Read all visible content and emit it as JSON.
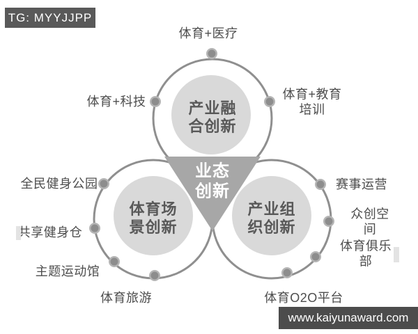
{
  "badge": {
    "label": "TG: MYYJJPP"
  },
  "watermark": {
    "label": "www.kaiyunaward.com"
  },
  "diagram": {
    "center": {
      "label": "业态\n创新"
    },
    "circles": {
      "top": {
        "label": "产业融\n合创新"
      },
      "bottom_left": {
        "label": "体育场\n景创新"
      },
      "bottom_right": {
        "label": "产业组\n织创新"
      }
    },
    "satellites": [
      {
        "label": "体育+医疗"
      },
      {
        "label": "体育+科技"
      },
      {
        "label": "体育+教育\n培训"
      },
      {
        "label": "全民健身公园"
      },
      {
        "label": "共享健身仓"
      },
      {
        "label": "主题运动馆"
      },
      {
        "label": "体育旅游"
      },
      {
        "label": "赛事运营"
      },
      {
        "label": "众创空间"
      },
      {
        "label": "体育俱乐部"
      },
      {
        "label": "体育O2O平台"
      }
    ],
    "colors": {
      "outline_stroke": "#8f8f8f",
      "inner_fill": "#d9d9d9",
      "triangle_fill": "#a7a7a7",
      "dot_fill": "#8d8d8d",
      "dot_ring": "#b5b5b5",
      "circle_label_text": "#595959",
      "satellite_text": "#4d4d4d",
      "triangle_text": "#ffffff",
      "badge_bg": "#595959",
      "watermark_bg": "#4c4c4c"
    }
  }
}
